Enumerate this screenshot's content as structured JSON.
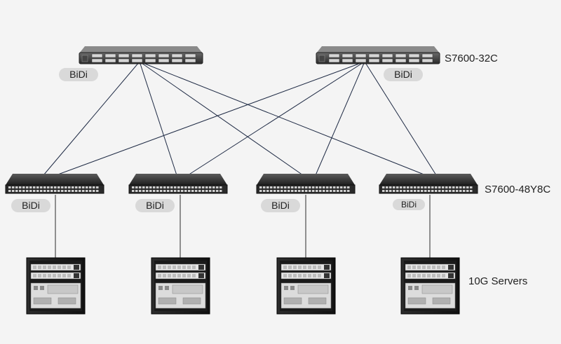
{
  "labels": {
    "spine_model": "S7600-32C",
    "leaf_model": "S7600-48Y8C",
    "servers": "10G Servers"
  },
  "spines": [
    {
      "id": "spine-1",
      "badge": "BiDi"
    },
    {
      "id": "spine-2",
      "badge": "BiDi"
    }
  ],
  "leaves": [
    {
      "id": "leaf-1",
      "badge": "BiDi"
    },
    {
      "id": "leaf-2",
      "badge": "BiDi"
    },
    {
      "id": "leaf-3",
      "badge": "BiDi"
    },
    {
      "id": "leaf-4",
      "badge": "BiDi"
    }
  ],
  "servers": [
    {
      "id": "server-1"
    },
    {
      "id": "server-2"
    },
    {
      "id": "server-3"
    },
    {
      "id": "server-4"
    }
  ],
  "links": {
    "spine_to_leaf": [
      [
        "spine-1",
        "leaf-1"
      ],
      [
        "spine-1",
        "leaf-2"
      ],
      [
        "spine-1",
        "leaf-3"
      ],
      [
        "spine-1",
        "leaf-4"
      ],
      [
        "spine-2",
        "leaf-1"
      ],
      [
        "spine-2",
        "leaf-2"
      ],
      [
        "spine-2",
        "leaf-3"
      ],
      [
        "spine-2",
        "leaf-4"
      ]
    ],
    "leaf_to_server": [
      [
        "leaf-1",
        "server-1"
      ],
      [
        "leaf-2",
        "server-2"
      ],
      [
        "leaf-3",
        "server-3"
      ],
      [
        "leaf-4",
        "server-4"
      ]
    ]
  }
}
